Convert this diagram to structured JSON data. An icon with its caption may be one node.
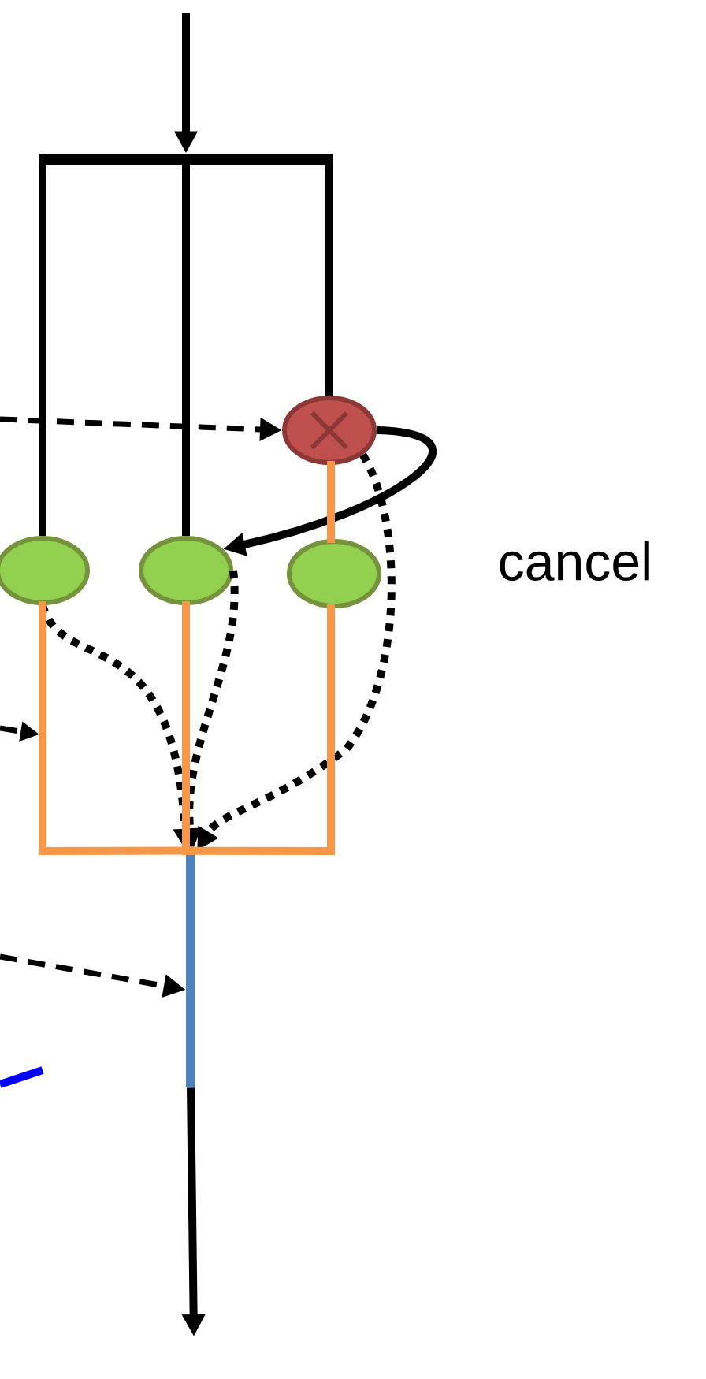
{
  "diagram": {
    "nodes": [
      {
        "text": [],
        "shape": "circle"
      },
      {
        "text": [],
        "shape": "circle"
      },
      {
        "text": [],
        "shape": "circle"
      },
      {
        "text": [],
        "shape": "circle"
      },
      {
        "text": [],
        "shape": "bar"
      },
      {
        "text": [],
        "shape": "bar"
      }
    ],
    "edges": [
      {
        "from": null,
        "to": 4,
        "arrow": "to"
      },
      {
        "from": 4,
        "to": 0,
        "arrow": "none"
      },
      {
        "from": 4,
        "to": 1,
        "arrow": "none"
      },
      {
        "from": 4,
        "to": 3,
        "arrow": "none"
      },
      {
        "from": null,
        "to": 3,
        "arrow": "to",
        "style": "dashed"
      },
      {
        "from": 3,
        "to": 1,
        "arrow": "to",
        "label": "cancel"
      },
      {
        "from": 0,
        "to": 5,
        "arrow": "to",
        "style": "dashed"
      },
      {
        "from": 1,
        "to": 5,
        "arrow": "to",
        "style": "dashed"
      },
      {
        "from": 3,
        "to": 5,
        "arrow": "to",
        "style": "dashed"
      },
      {
        "from": 0,
        "to": 5,
        "arrow": "none",
        "color": "#f79646"
      },
      {
        "from": 1,
        "to": 5,
        "arrow": "none",
        "color": "#f79646"
      },
      {
        "from": 3,
        "to": 2,
        "arrow": "none",
        "color": "#f79646"
      },
      {
        "from": 2,
        "to": 5,
        "arrow": "none",
        "color": "#f79646"
      },
      {
        "from": null,
        "to": 5,
        "arrow": "to",
        "style": "dashed"
      },
      {
        "from": 5,
        "to": null,
        "arrow": "to"
      }
    ]
  }
}
